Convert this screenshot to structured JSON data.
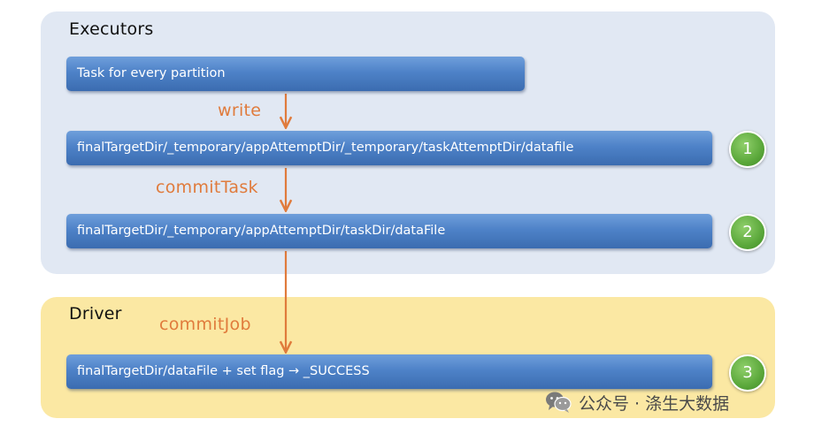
{
  "executors": {
    "title": "Executors"
  },
  "driver": {
    "title": "Driver"
  },
  "steps": [
    {
      "label": "Task for every partition"
    },
    {
      "label": "finalTargetDir/_temporary/appAttemptDir/_temporary/taskAttemptDir/datafile",
      "badge": "1"
    },
    {
      "label": "finalTargetDir/_temporary/appAttemptDir/taskDir/dataFile",
      "badge": "2"
    },
    {
      "label": "finalTargetDir/dataFile + set flag → _SUCCESS",
      "badge": "3"
    }
  ],
  "arrows": [
    {
      "label": "write"
    },
    {
      "label": "commitTask"
    },
    {
      "label": "commitJob"
    }
  ],
  "watermark": {
    "text": "公众号 · 涤生大数据",
    "icon": "wechat-icon"
  },
  "colors": {
    "executors_panel": "#e1e8f3",
    "driver_panel": "#fbe8a3",
    "bar_blue": "#4e82c8",
    "arrow_orange": "#e07b3c",
    "badge_green": "#5ba83b"
  }
}
